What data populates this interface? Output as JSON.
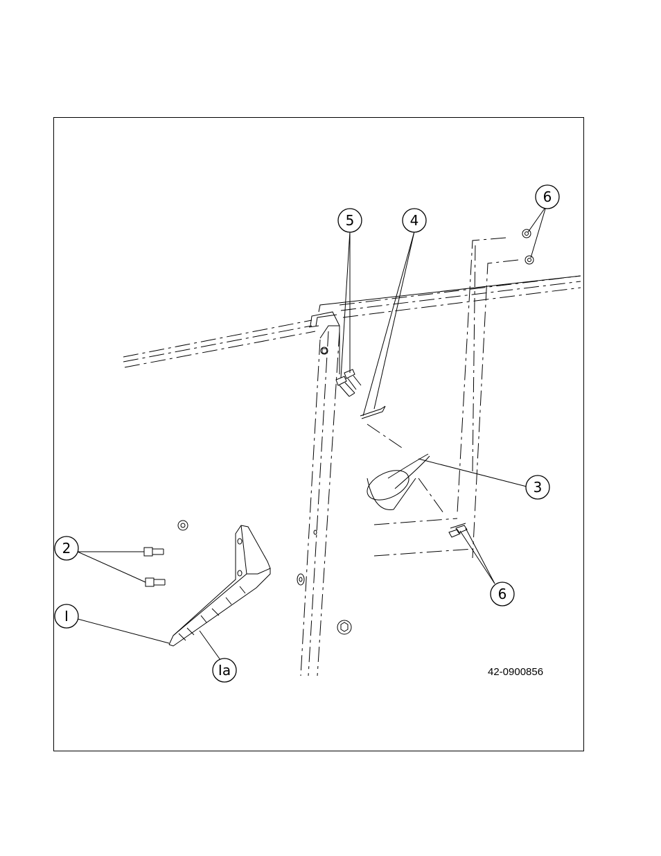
{
  "drawing_number": "42-0900856",
  "callouts": [
    {
      "id": "c-1",
      "label": "I"
    },
    {
      "id": "c-1a",
      "label": "Ia"
    },
    {
      "id": "c-2",
      "label": "2"
    },
    {
      "id": "c-3",
      "label": "3"
    },
    {
      "id": "c-4",
      "label": "4"
    },
    {
      "id": "c-5",
      "label": "5"
    },
    {
      "id": "c-6-top",
      "label": "6"
    },
    {
      "id": "c-6-bottom",
      "label": "6"
    }
  ]
}
